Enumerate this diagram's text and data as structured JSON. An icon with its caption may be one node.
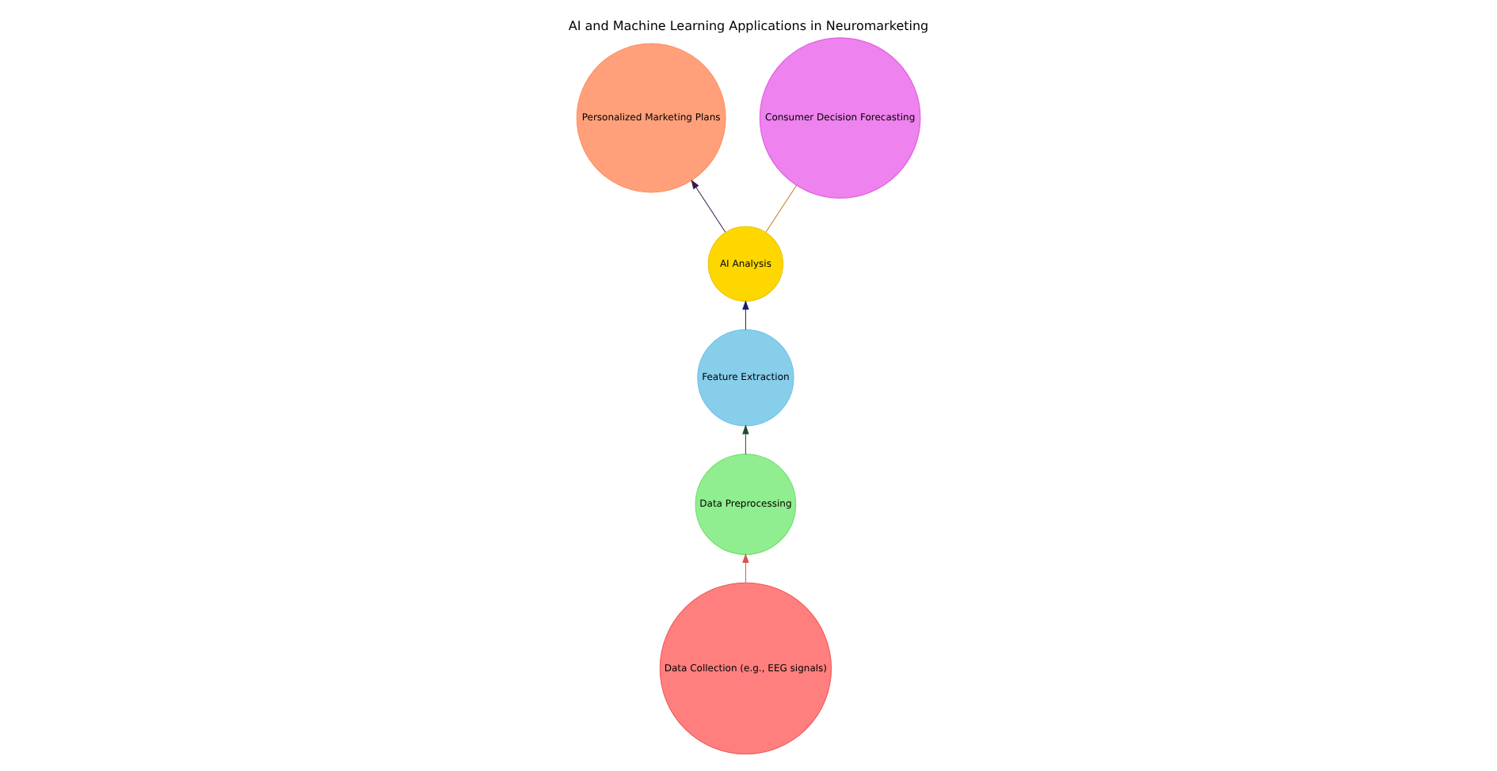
{
  "diagram": {
    "title": "AI and Machine Learning Applications in Neuromarketing",
    "nodes": [
      {
        "text": [
          "Personalized Marketing Plans"
        ]
      },
      {
        "text": [
          "Feature Extraction"
        ]
      },
      {
        "text": [
          "AI Analysis"
        ]
      },
      {
        "text": [
          "Data Preprocessing"
        ]
      },
      {
        "text": [
          "Data Collection (e.g., EEG signals)"
        ]
      },
      {
        "text": [
          "Consumer Decision Forecasting"
        ]
      }
    ],
    "edges": [
      {
        "from": 4,
        "to": 3,
        "arrow": "to",
        "color": "#d9534f"
      },
      {
        "from": 3,
        "to": 1,
        "arrow": "to",
        "color": "#1e4d2b"
      },
      {
        "from": 1,
        "to": 2,
        "arrow": "to",
        "color": "#1a1a6e"
      },
      {
        "from": 2,
        "to": 0,
        "arrow": "to",
        "color": "#3b1a4a"
      },
      {
        "from": 2,
        "to": 5,
        "arrow": "none",
        "color": "#c87818"
      }
    ]
  }
}
